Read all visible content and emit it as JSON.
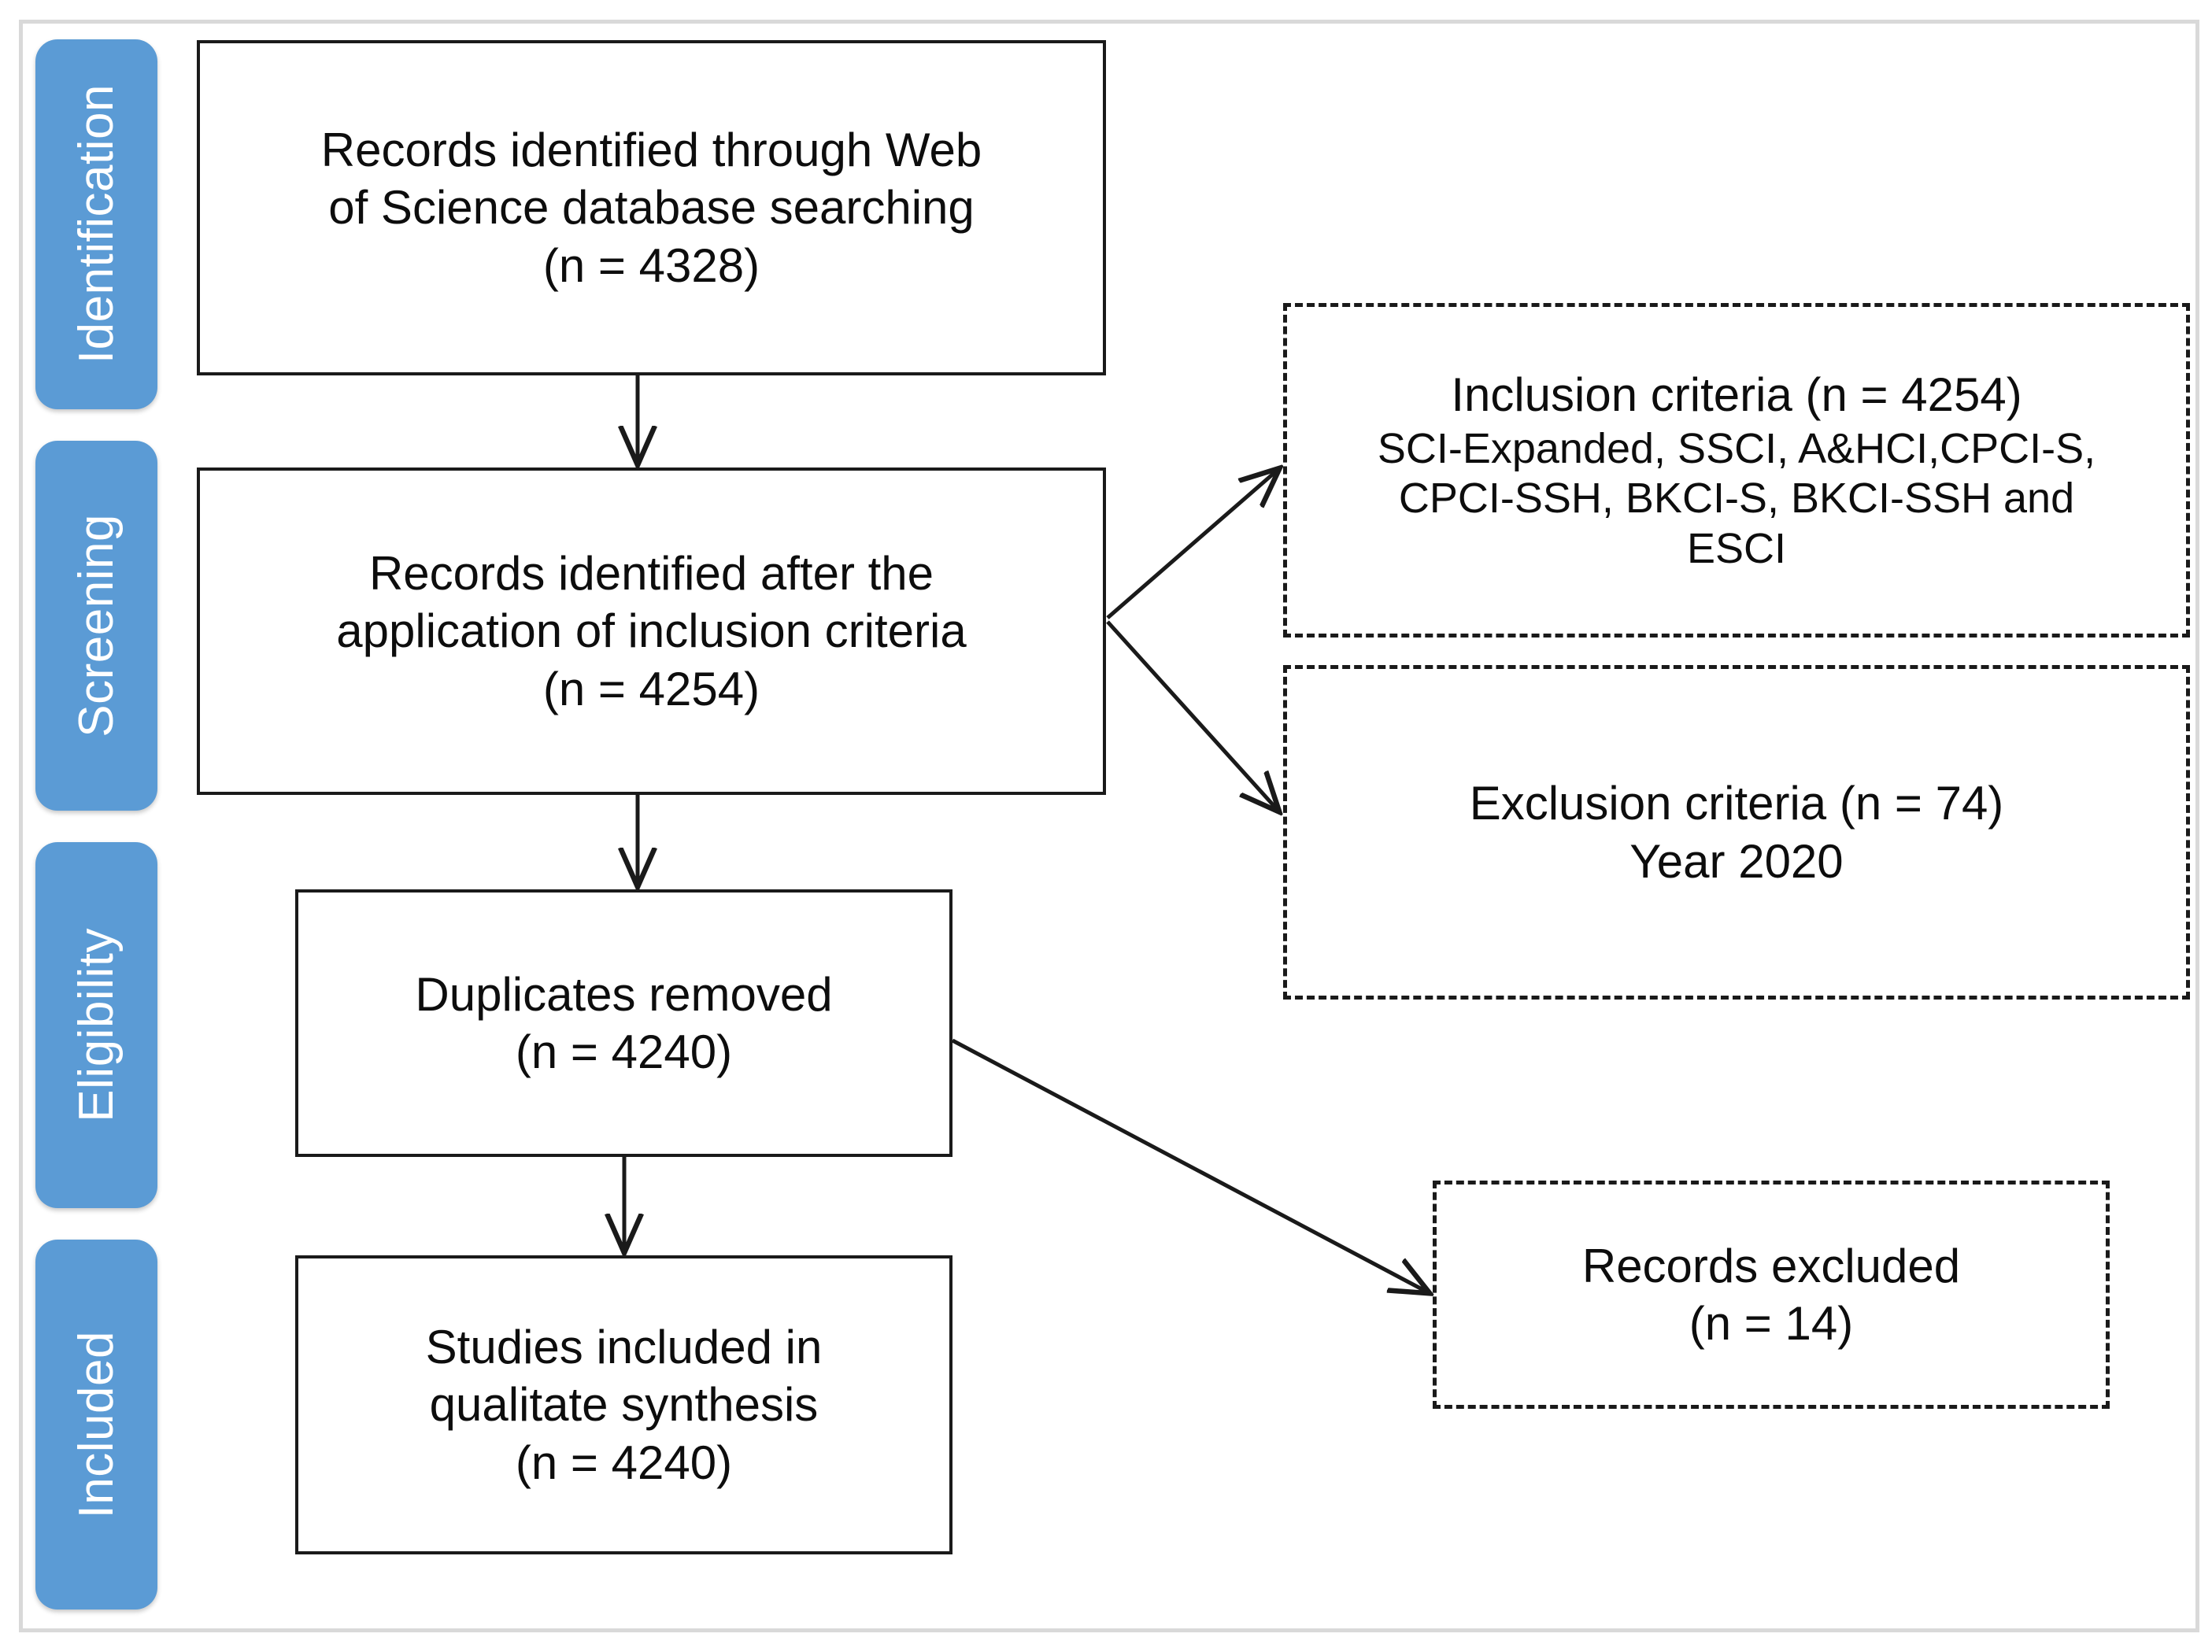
{
  "figure": {
    "type": "prisma-flow-diagram",
    "accent_color": "#5b9bd5",
    "frame_color": "#d9d9d9",
    "line_color": "#1a1a1a"
  },
  "stages": [
    {
      "id": "identification",
      "label": "Identification"
    },
    {
      "id": "screening",
      "label": "Screening"
    },
    {
      "id": "eligibility",
      "label": "Eligibility"
    },
    {
      "id": "included",
      "label": "Included"
    }
  ],
  "flow_boxes": [
    {
      "id": "identified-records",
      "style": "solid",
      "text": "Records identified through Web\nof Science database searching\n(n = 4328)",
      "n": 4328
    },
    {
      "id": "after-inclusion",
      "style": "solid",
      "text": "Records identified after the\napplication of inclusion criteria\n(n = 4254)",
      "n": 4254
    },
    {
      "id": "duplicates",
      "style": "solid",
      "text": "Duplicates removed\n(n = 4240)",
      "n": 4240
    },
    {
      "id": "studies-included",
      "style": "solid",
      "text": "Studies included in\nqualitate synthesis\n(n = 4240)",
      "n": 4240
    }
  ],
  "side_boxes": [
    {
      "id": "inclusion-criteria",
      "style": "dashed",
      "title": "Inclusion criteria (n = 4254)",
      "detail": "SCI-Expanded, SSCI, A&HCI,CPCI-S,\nCPCI-SSH, BKCI-S, BKCI-SSH and\nESCI",
      "n": 4254
    },
    {
      "id": "exclusion-criteria",
      "style": "dashed",
      "title": "Exclusion criteria (n = 74)",
      "detail": "Year 2020",
      "n": 74
    },
    {
      "id": "records-excluded",
      "style": "dashed",
      "text": "Records excluded\n(n = 14)",
      "n": 14
    }
  ],
  "connectors": [
    {
      "id": "identified-to-after-inclusion",
      "kind": "vertical-arrow"
    },
    {
      "id": "after-inclusion-to-inclusion-criteria",
      "kind": "diagonal-arrow-up-right"
    },
    {
      "id": "after-inclusion-to-exclusion-criteria",
      "kind": "diagonal-arrow-down-right"
    },
    {
      "id": "after-inclusion-to-duplicates",
      "kind": "vertical-arrow"
    },
    {
      "id": "duplicates-to-records-excluded",
      "kind": "diagonal-arrow-down-right"
    },
    {
      "id": "duplicates-to-studies-included",
      "kind": "vertical-arrow"
    }
  ]
}
